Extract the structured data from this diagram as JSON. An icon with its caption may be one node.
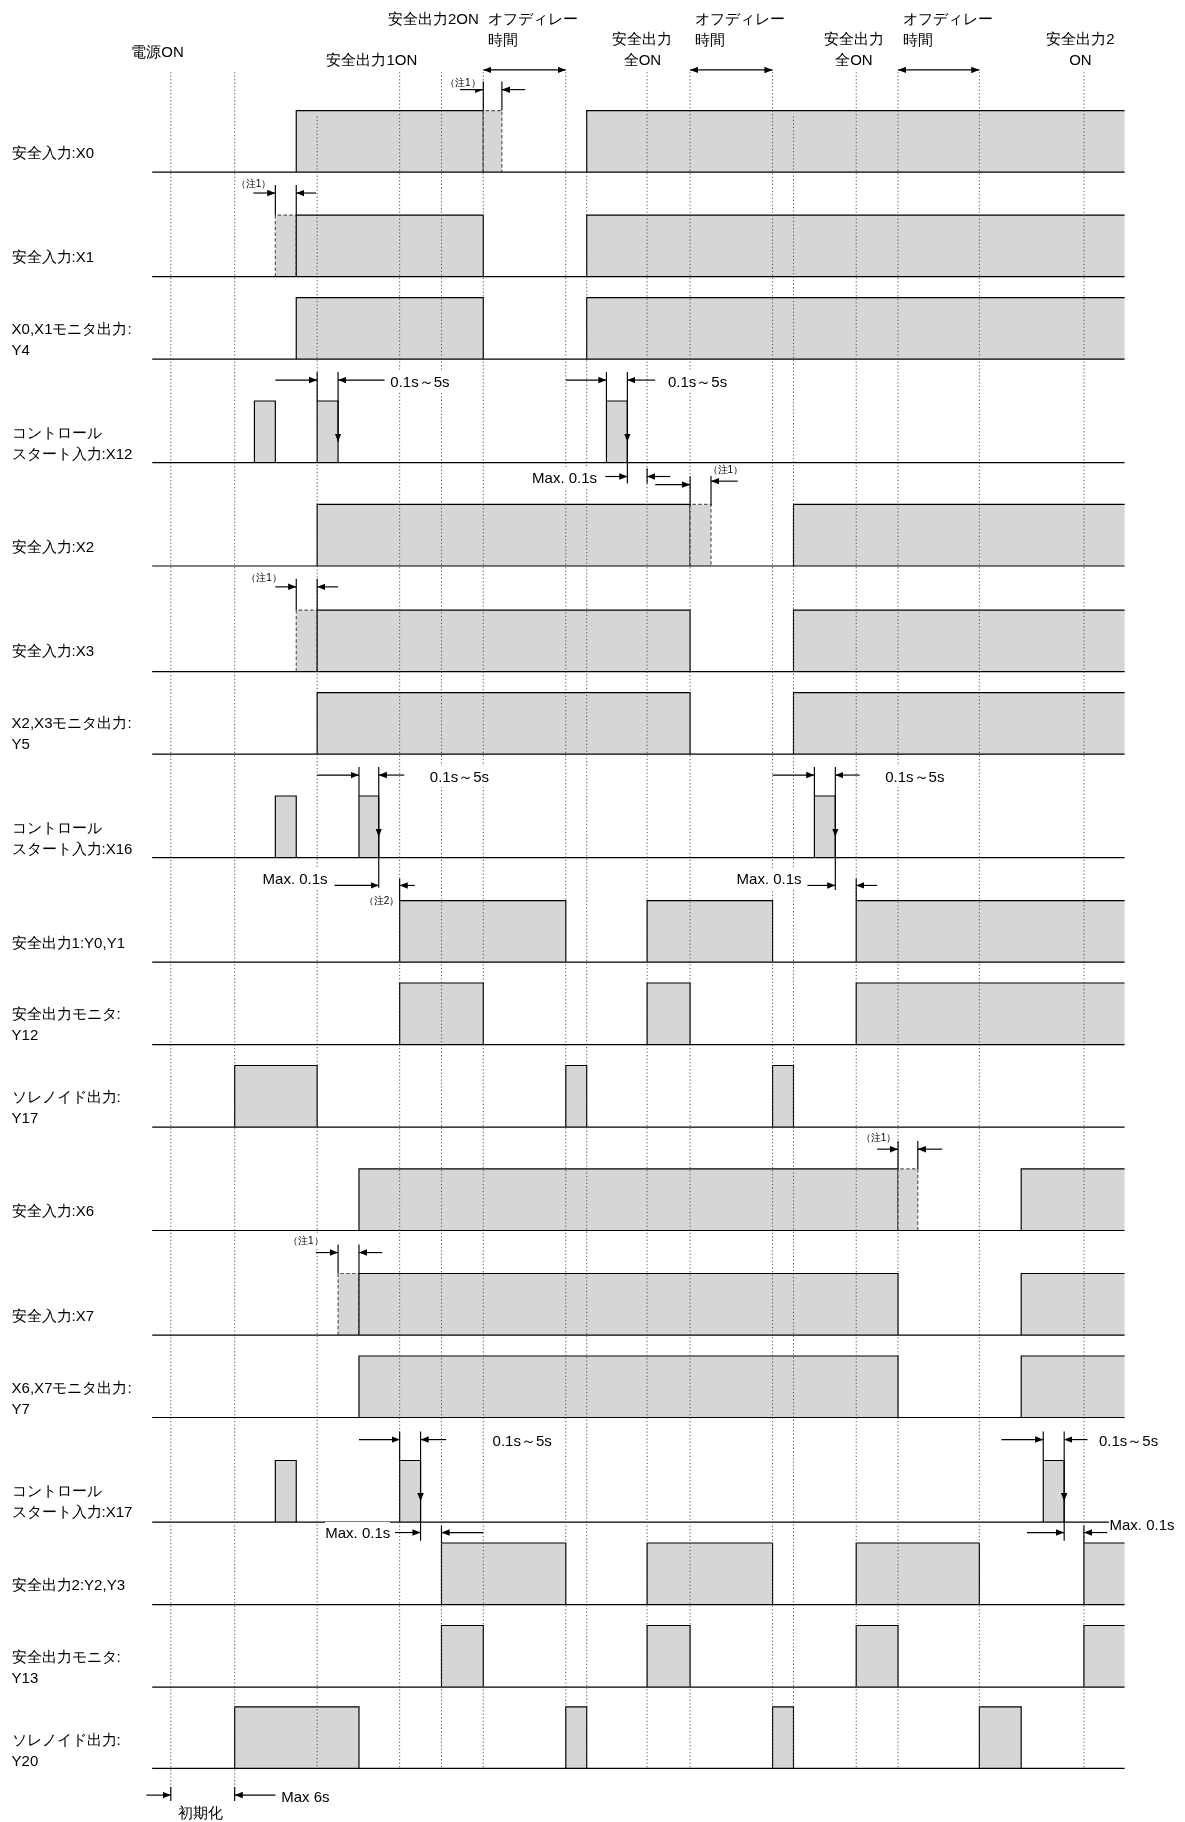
{
  "diagram": {
    "labels": [
      "安全出力2ON",
      "オフディレー時間",
      "オフディレー時間",
      "オフディレー時間",
      "安全出力全ON",
      "安全出力全ON",
      "安全出力2ON",
      "電源ON",
      "安全出力1ON",
      "（注1）",
      "安全入力:X0",
      "（注1）",
      "安全入力:X1",
      "X0,X1モニタ出力:Y4",
      "0.1s～5s",
      "0.1s～5s",
      "コントロールスタート入力:X12",
      "Max. 0.1s",
      "（注1）",
      "安全入力:X2",
      "（注1）",
      "安全入力:X3",
      "X2,X3モニタ出力:Y5",
      "0.1s～5s",
      "0.1s～5s",
      "コントロールスタート入力:X16",
      "Max. 0.1s",
      "Max. 0.1s",
      "（注2）",
      "安全出力1:Y0,Y1",
      "安全出力モニタ:Y12",
      "ソレノイド出力:Y17",
      "（注1）",
      "安全入力:X6",
      "（注1）",
      "安全入力:X7",
      "X6,X7モニタ出力:Y7",
      "0.1s～5s",
      "0.1s～5s",
      "コントロールスタート入力:X17",
      "Max. 0.1s",
      "Max. 0.1s",
      "安全出力2:Y2,Y3",
      "安全出力モニタ:Y13",
      "ソレノイド出力:Y20",
      "Max 6s",
      "初期化"
    ]
  }
}
